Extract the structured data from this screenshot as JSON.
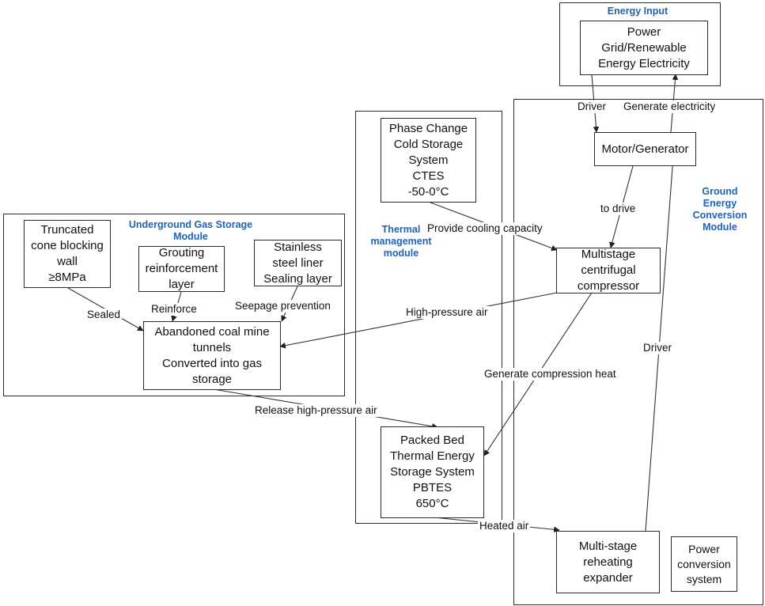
{
  "modules": {
    "energy_input": "Energy Input",
    "underground": "Underground Gas Storage\nModule",
    "thermal": "Thermal\nmanagement\nmodule",
    "ground": "Ground\nEnergy\nConversion\nModule"
  },
  "nodes": {
    "power_grid": "Power\nGrid/Renewable\nEnergy Electricity",
    "motor_generator": "Motor/Generator",
    "cold_storage": "Phase Change\nCold Storage\nSystem\nCTES\n-50-0°C",
    "compressor": "Multistage\ncentrifugal\ncompressor",
    "cone_wall": "Truncated\ncone blocking\nwall\n≥8MPa",
    "grouting": "Grouting\nreinforcement\nlayer",
    "steel_liner": "Stainless\nsteel liner\nSealing layer",
    "coal_mine": "Abandoned coal mine\ntunnels\nConverted into gas\nstorage",
    "packed_bed": "Packed Bed\nThermal Energy\nStorage System\nPBTES\n650°C",
    "expander": "Multi-stage\nreheating\nexpander",
    "power_conversion": "Power\nconversion\nsystem"
  },
  "edges": {
    "driver_top": "Driver",
    "generate_electricity": "Generate electricity",
    "to_drive": "to drive",
    "provide_cooling": "Provide cooling capacity",
    "high_pressure_air": "High-pressure air",
    "sealed": "Sealed",
    "reinforce": "Reinforce",
    "seepage": "Seepage prevention",
    "generate_heat": "Generate compression heat",
    "driver_right": "Driver",
    "release_air": "Release high-pressure air",
    "heated_air": "Heated air"
  }
}
